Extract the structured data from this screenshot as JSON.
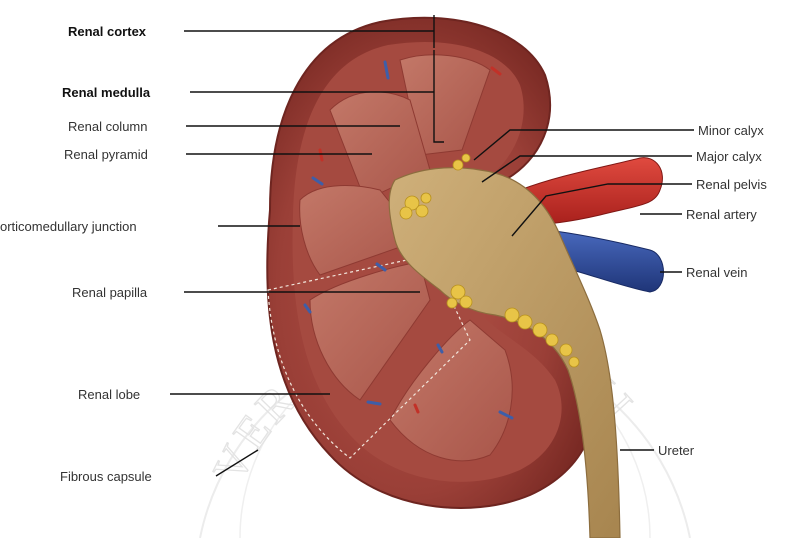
{
  "labels": {
    "renal_cortex": "Renal cortex",
    "renal_medulla": "Renal medulla",
    "renal_column": "Renal column",
    "renal_pyramid": "Renal pyramid",
    "corticomedullary_junction": "orticomedullary junction",
    "renal_papilla": "Renal papilla",
    "renal_lobe": "Renal lobe",
    "fibrous_capsule": "Fibrous capsule",
    "minor_calyx": "Minor calyx",
    "major_calyx": "Major calyx",
    "renal_pelvis": "Renal pelvis",
    "renal_artery": "Renal artery",
    "renal_vein": "Renal vein",
    "ureter": "Ureter"
  },
  "watermark": {
    "text": "VERSITAS BRAWIJ"
  },
  "colors": {
    "cortex": "#9a3f37",
    "cortex_dark": "#7a2a24",
    "pyramid": "#b9695d",
    "column": "#a84e44",
    "sinus": "#b79c6e",
    "pelvis": "#c1a06b",
    "fat": "#e8c447",
    "artery": "#d1322c",
    "vein": "#2f4d9a",
    "leader": "#111111"
  }
}
